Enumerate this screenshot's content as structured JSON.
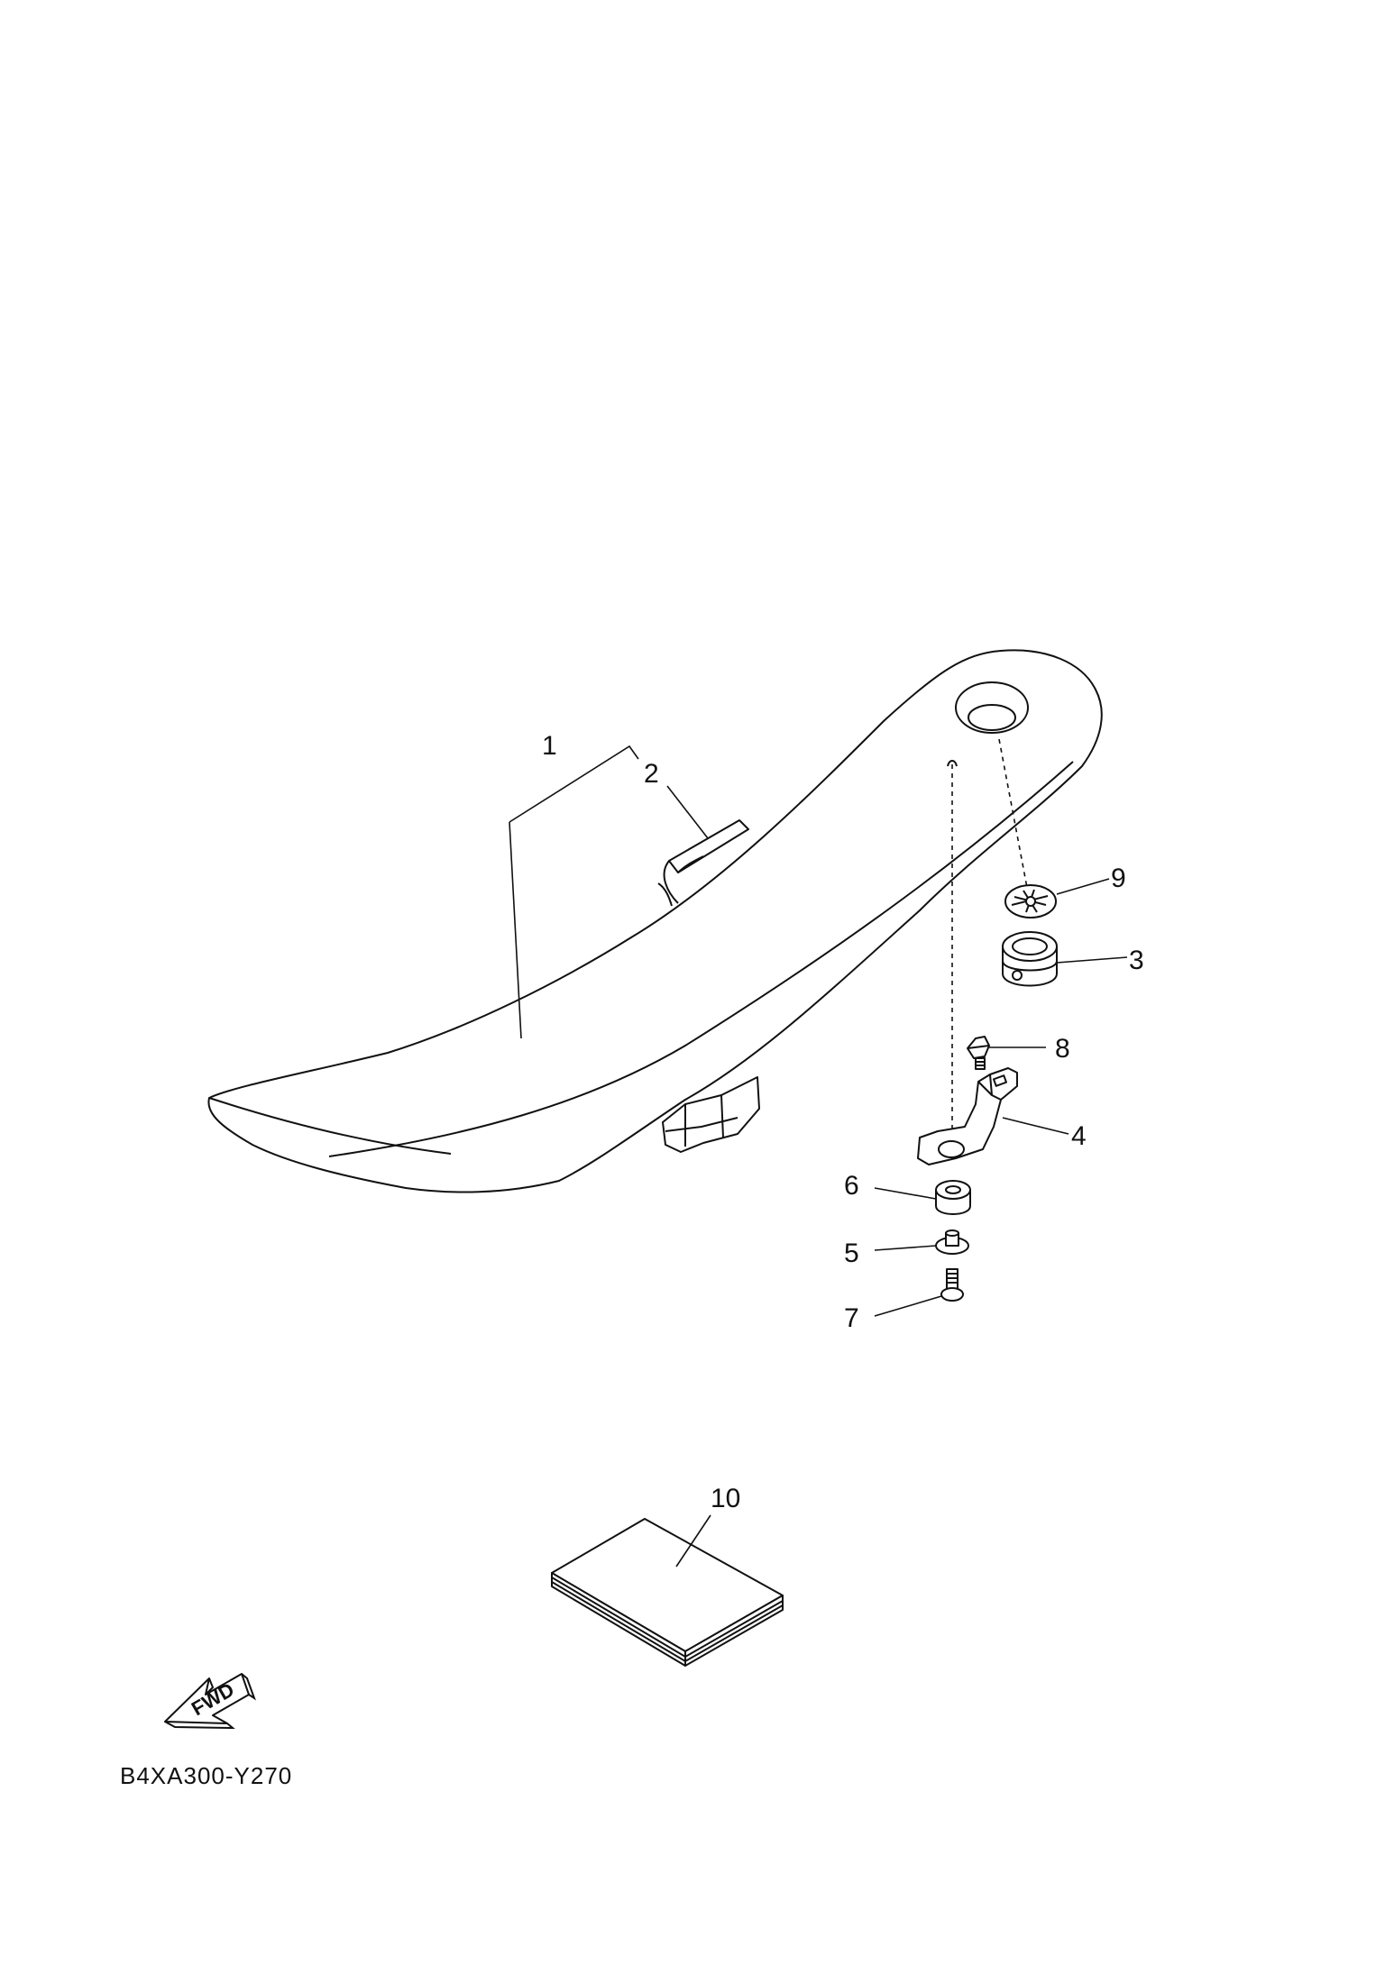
{
  "diagram": {
    "code": "B4XA300-Y270",
    "fwd_label": "FWD",
    "callouts": [
      {
        "id": "1",
        "label": "1"
      },
      {
        "id": "2",
        "label": "2"
      },
      {
        "id": "3",
        "label": "3"
      },
      {
        "id": "4",
        "label": "4"
      },
      {
        "id": "5",
        "label": "5"
      },
      {
        "id": "6",
        "label": "6"
      },
      {
        "id": "7",
        "label": "7"
      },
      {
        "id": "8",
        "label": "8"
      },
      {
        "id": "9",
        "label": "9"
      },
      {
        "id": "10",
        "label": "10"
      }
    ]
  }
}
